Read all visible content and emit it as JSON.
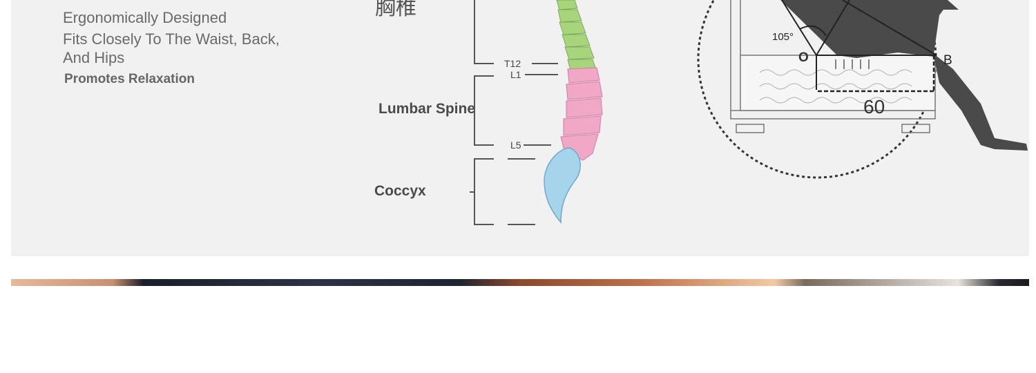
{
  "features": {
    "line1": "Ergonomically Designed",
    "line2": "Fits Closely To The Waist, Back, And Hips",
    "line3": "Promotes Relaxation"
  },
  "spine_diagram": {
    "top_label_cjk": "胸椎",
    "lumbar_label": "Lumbar Spine",
    "coccyx_label": "Coccyx",
    "marker_t12": "T12",
    "marker_l1": "L1",
    "marker_l5": "L5"
  },
  "chair_diagram": {
    "angle": "105°",
    "point_o": "O",
    "point_b": "B",
    "depth_value": "60"
  }
}
